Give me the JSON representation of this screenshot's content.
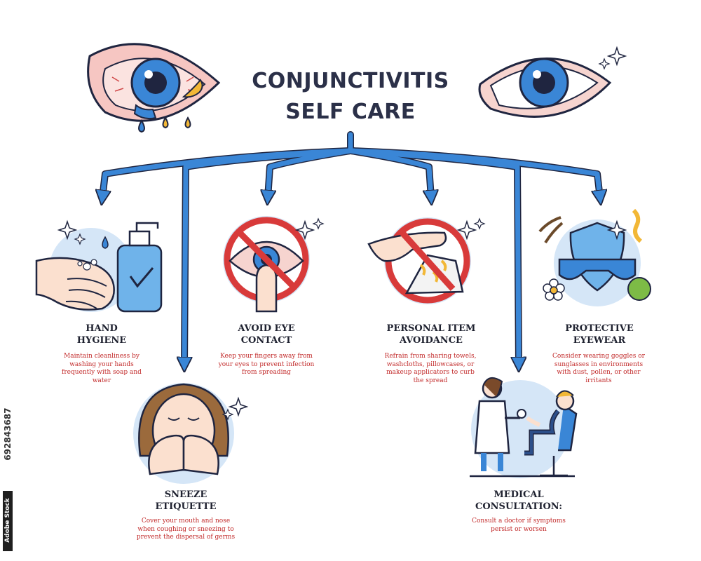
{
  "title": {
    "line1": "CONJUNCTIVITIS",
    "line2": "SELF CARE"
  },
  "items": [
    {
      "label1": "HAND",
      "label2": "HYGIENE",
      "desc": [
        "Maintain cleanliness by",
        "washing your hands",
        "frequently with soap and",
        "water"
      ]
    },
    {
      "label1": "AVOID EYE",
      "label2": "CONTACT",
      "desc": [
        "Keep your fingers away from",
        "your eyes to prevent infection",
        "from spreading"
      ]
    },
    {
      "label1": "PERSONAL ITEM",
      "label2": "AVOIDANCE",
      "desc": [
        "Refrain from sharing towels,",
        "washcloths, pillowcases, or",
        "makeup applicators to curb",
        "the spread"
      ]
    },
    {
      "label1": "PROTECTIVE",
      "label2": "EYEWEAR",
      "desc": [
        "Consider wearing goggles or",
        "sunglasses in environments",
        "with dust, pollen, or other",
        "irritants"
      ]
    },
    {
      "label1": "SNEEZE",
      "label2": "ETIQUETTE",
      "desc": [
        "Cover your mouth and nose",
        "when coughing or sneezing to",
        "prevent the dispersal of germs"
      ]
    },
    {
      "label1": "MEDICAL",
      "label2": "CONSULTATION:",
      "desc": [
        "Consult a doctor if symptoms",
        "persist or worsen"
      ]
    }
  ],
  "stock": {
    "id": "692843687",
    "brand": "Adobe Stock"
  },
  "colors": {
    "arrow": "#3a86d6",
    "title": "#2b3048",
    "desc": "#c22a2a",
    "circle": "#d5e6f7",
    "prohibit": "#d83a3a"
  }
}
